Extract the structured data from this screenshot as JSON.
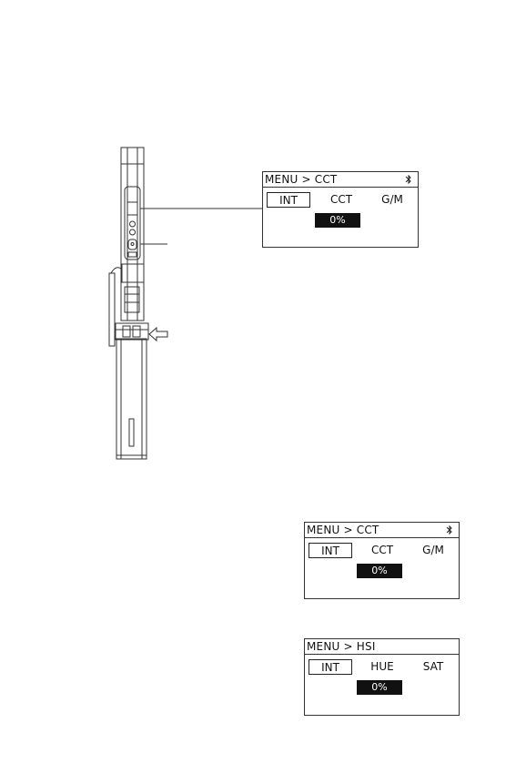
{
  "screens": [
    {
      "title": "MENU > CCT",
      "icon": "bluetooth-icon",
      "tabs": [
        "INT",
        "CCT",
        "G/M"
      ],
      "selected_tab": 0,
      "value": "0%"
    },
    {
      "title": "MENU > CCT",
      "icon": "bluetooth-icon",
      "tabs": [
        "INT",
        "CCT",
        "G/M"
      ],
      "selected_tab": 0,
      "value": "0%"
    },
    {
      "title": "MENU > HSI",
      "tabs": [
        "INT",
        "HUE",
        "SAT"
      ],
      "selected_tab": 0,
      "value": "0%"
    }
  ],
  "colors": {
    "line": "#333333",
    "highlight": "#111111",
    "background": "#ffffff"
  }
}
